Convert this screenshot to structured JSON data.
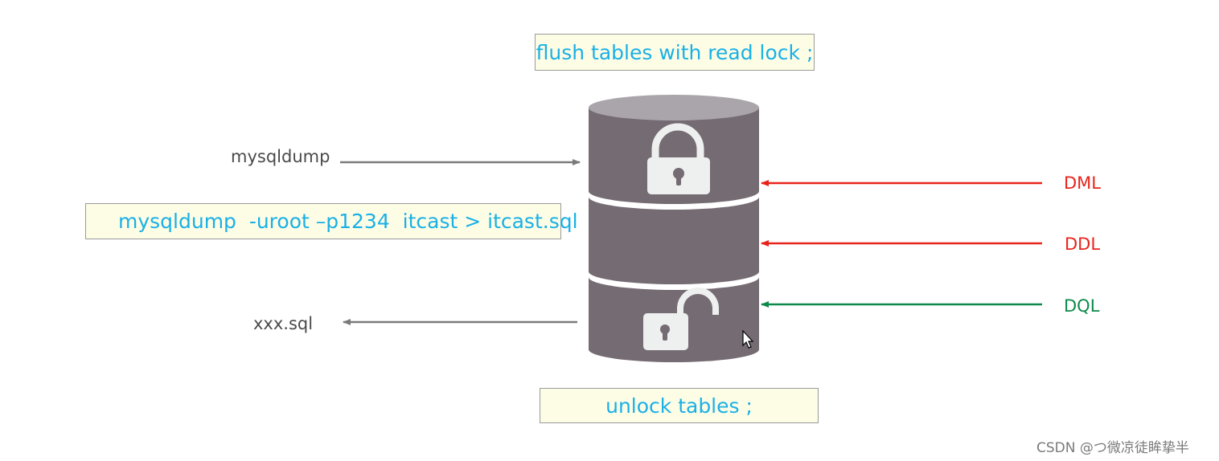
{
  "commands": {
    "lock": "flush tables with read lock ;",
    "dump": "mysqldump  -uroot –p1234  itcast > itcast.sql",
    "unlock": "unlock tables ;"
  },
  "labels": {
    "mysqldump": "mysqldump",
    "output_file": "xxx.sql",
    "dml": "DML",
    "ddl": "DDL",
    "dql": "DQL"
  },
  "colors": {
    "blocked_arrow": "#e8231c",
    "allowed_arrow": "#0d8a4a",
    "neutral_arrow": "#7a7a7a",
    "database": "#756b72",
    "database_top": "#aaa5aa",
    "command_text": "#1ab0e6"
  },
  "icons": {
    "top_lock": "locked-padlock-icon",
    "bottom_lock": "unlocked-padlock-icon",
    "cursor": "mouse-cursor-icon"
  },
  "watermark": "CSDN @つ微凉徒眸挚半"
}
